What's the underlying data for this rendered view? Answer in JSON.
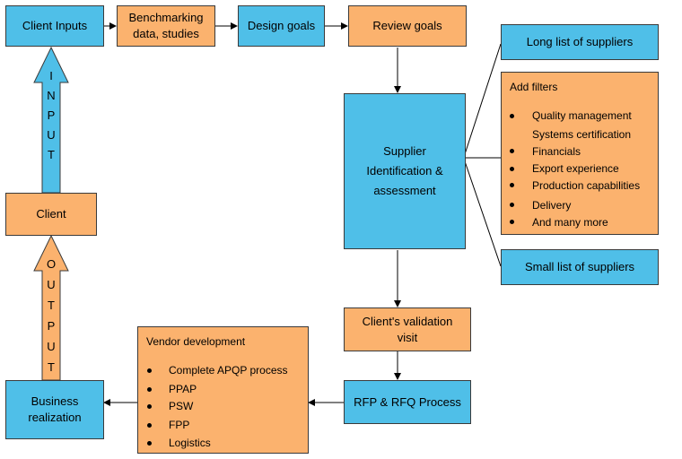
{
  "nodes": {
    "client_inputs": "Client Inputs",
    "benchmarking": "Benchmarking data, studies",
    "design_goals": "Design goals",
    "review_goals": "Review goals",
    "long_list": "Long list of suppliers",
    "supplier_id": "Supplier Identification & assessment",
    "small_list": "Small list of suppliers",
    "validation_visit": "Client's validation visit",
    "rfp_rfq": "RFP & RFQ Process",
    "business_realization": "Business realization",
    "client": "Client"
  },
  "filters": {
    "heading": "Add filters",
    "items": [
      "Quality management",
      "Systems certification",
      "Financials",
      "Export experience",
      "Production capabilities",
      "Delivery",
      "And many more"
    ]
  },
  "vendor_development": {
    "heading": "Vendor development",
    "items": [
      "Complete APQP process",
      "PPAP",
      "PSW",
      "FPP",
      "Logistics"
    ]
  },
  "arrows": {
    "input_letters": [
      "I",
      "N",
      "P",
      "U",
      "T"
    ],
    "output_letters": [
      "O",
      "U",
      "T",
      "P",
      "U",
      "T"
    ]
  },
  "colors": {
    "blue": "#4fbfe8",
    "orange": "#fbb26e",
    "line": "#000000"
  }
}
